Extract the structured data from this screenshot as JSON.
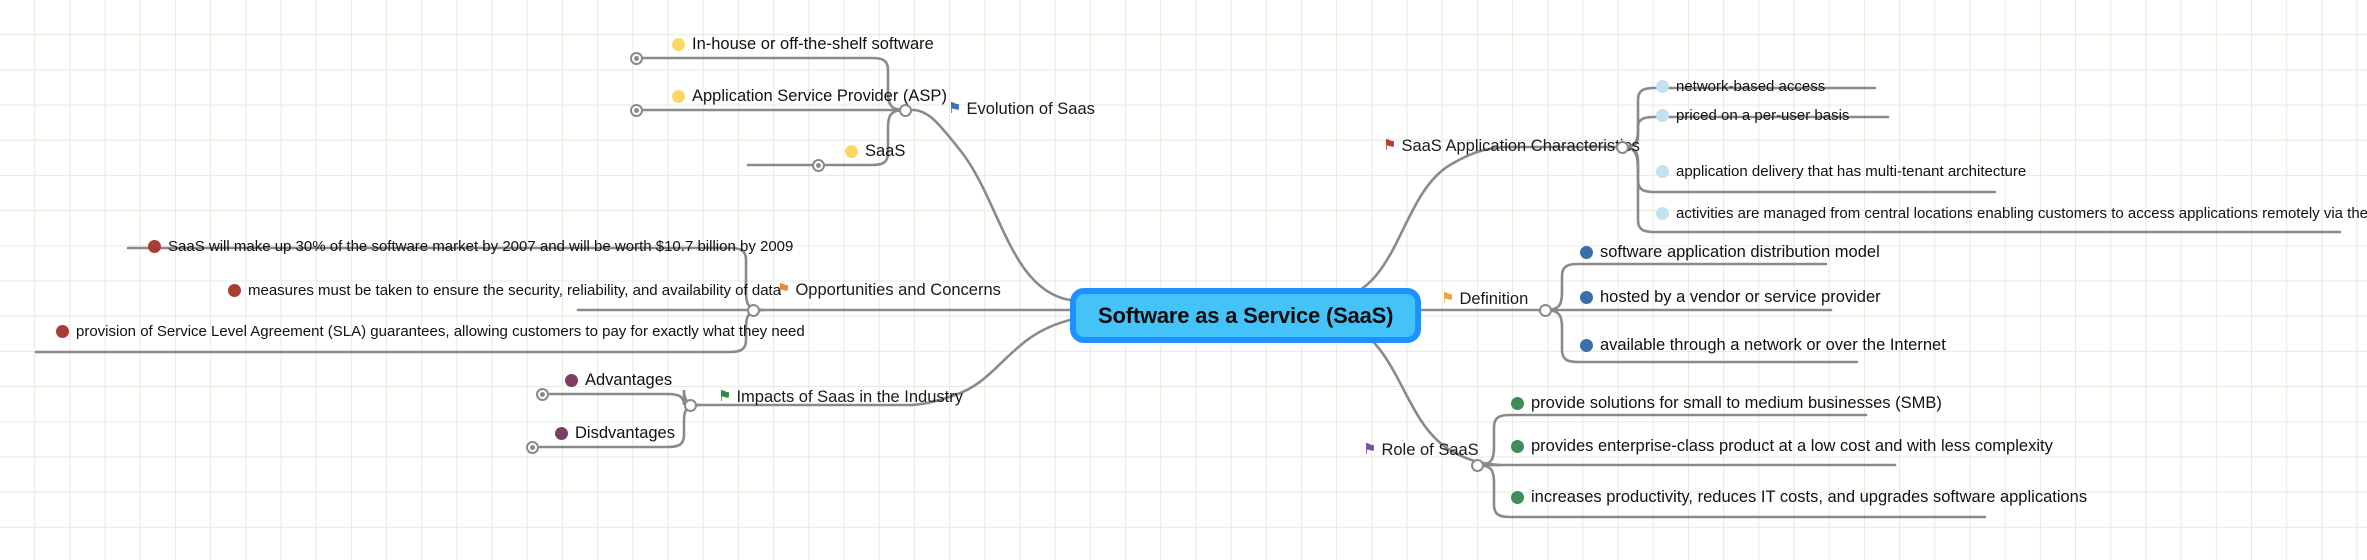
{
  "root": {
    "label": "Software as a Service (SaaS)",
    "fill": "#44C3F8",
    "border": "#1E90FF"
  },
  "icons": {
    "flag": "⚑",
    "collapse_toggle": "collapse-toggle-icon",
    "junction": "branch-junction-icon"
  },
  "branches": [
    {
      "id": "evolution",
      "label": "Evolution of Saas",
      "flag_color": "#3C6FB5",
      "side": "left",
      "bullet_color": "#FBD766",
      "children": [
        {
          "label": "In-house or off-the-shelf software"
        },
        {
          "label": "Application Service Provider (ASP)"
        },
        {
          "label": "SaaS"
        }
      ]
    },
    {
      "id": "opportunities",
      "label": "Opportunities and Concerns",
      "flag_color": "#E8883A",
      "side": "left",
      "bullet_color": "#A83E33",
      "children": [
        {
          "label": "SaaS will make up 30% of the software market by 2007 and will be worth $10.7 billion by 2009"
        },
        {
          "label": "measures must be taken to ensure the security, reliability, and availability of data"
        },
        {
          "label": "provision of Service Level Agreement (SLA) guarantees, allowing customers to pay for exactly what they need"
        }
      ]
    },
    {
      "id": "impacts",
      "label": "Impacts of Saas in the Industry",
      "flag_color": "#2E8B45",
      "side": "left",
      "bullet_color": "#7A3F63",
      "children": [
        {
          "label": "Advantages"
        },
        {
          "label": "Disdvantages"
        }
      ]
    },
    {
      "id": "characteristics",
      "label": "SaaS Application Characteristics",
      "flag_color": "#C0392B",
      "side": "right",
      "bullet_color": "#C4E1F2",
      "children": [
        {
          "label": "network-based access"
        },
        {
          "label": "priced on a per-user basis"
        },
        {
          "label": "application delivery that has multi-tenant architecture"
        },
        {
          "label": "activities are managed from central locations enabling customers to access applications remotely via the Web"
        }
      ]
    },
    {
      "id": "definition",
      "label": "Definition",
      "flag_color": "#E8A33D",
      "side": "right",
      "bullet_color": "#3B6FA8",
      "children": [
        {
          "label": "software application distribution model"
        },
        {
          "label": "hosted by a vendor or service provider"
        },
        {
          "label": "available through a network or over the Internet"
        }
      ]
    },
    {
      "id": "role",
      "label": "Role of SaaS",
      "flag_color": "#7D4F9E",
      "side": "right",
      "bullet_color": "#3E8C5A",
      "children": [
        {
          "label": "provide solutions for small to medium businesses (SMB)"
        },
        {
          "label": "provides enterprise-class product at a low cost and with less complexity"
        },
        {
          "label": "increases productivity, reduces IT costs, and upgrades software applications"
        }
      ]
    }
  ]
}
